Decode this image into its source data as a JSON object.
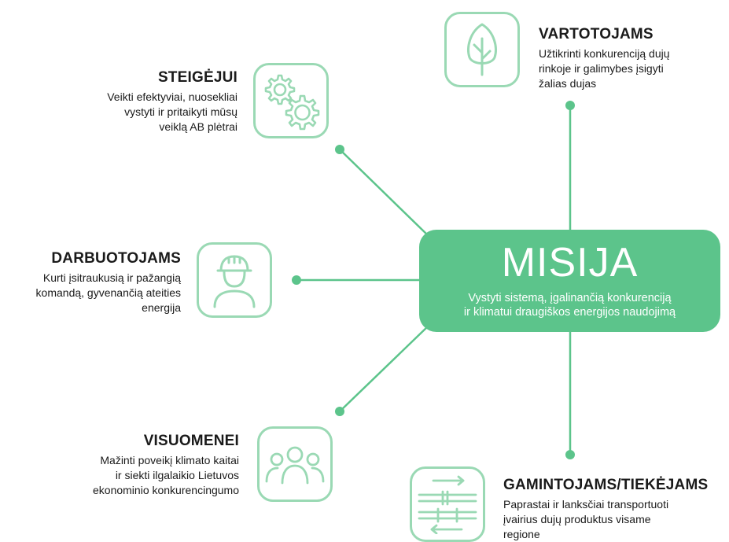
{
  "colors": {
    "accent": "#5cc48b",
    "light_accent": "#9ad9b4",
    "text": "#1a1a1a"
  },
  "mission": {
    "title": "MISIJA",
    "description_line1": "Vystyti sistemą, įgalinančią konkurenciją",
    "description_line2": "ir klimatui draugiškos energijos naudojimą"
  },
  "nodes": {
    "vartotojams": {
      "title": "VARTOTOJAMS",
      "lines": [
        "Užtikrinti konkurenciją dujų",
        "rinkoje ir galimybes įsigyti",
        "žalias dujas"
      ],
      "icon": "tree-icon"
    },
    "steigejui": {
      "title": "STEIGĖJUI",
      "lines": [
        "Veikti efektyviai, nuosekliai",
        "vystyti ir pritaikyti mūsų",
        "veiklą AB plėtrai"
      ],
      "icon": "gears-icon"
    },
    "darbuotojams": {
      "title": "DARBUOTOJAMS",
      "lines": [
        "Kurti įsitraukusią ir pažangią",
        "komandą, gyvenančią ateities",
        "energija"
      ],
      "icon": "worker-icon"
    },
    "visuomenei": {
      "title": "VISUOMENEI",
      "lines": [
        "Mažinti poveikį klimato kaitai",
        "ir siekti ilgalaikio Lietuvos",
        "ekonominio konkurencingumo"
      ],
      "icon": "people-icon"
    },
    "gamintojams": {
      "title": "GAMINTOJAMS/TIEKĖJAMS",
      "lines": [
        "Paprastai ir lanksčiai transportuoti",
        "įvairius dujų produktus visame",
        "regione"
      ],
      "icon": "pipeline-icon"
    }
  }
}
